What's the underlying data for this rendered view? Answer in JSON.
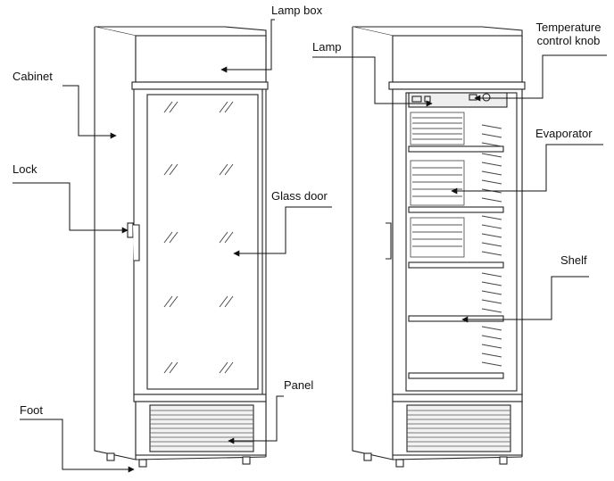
{
  "labels": {
    "lamp_box": "Lamp box",
    "cabinet": "Cabinet",
    "lock": "Lock",
    "glass_door": "Glass door",
    "panel": "Panel",
    "foot": "Foot",
    "lamp": "Lamp",
    "temperature_line1": "Temperature",
    "temperature_line2": "control knob",
    "evaporator": "Evaporator",
    "shelf": "Shelf"
  },
  "colors": {
    "line": "#222222",
    "light_line": "#555555",
    "panel_fill": "#f2f2f2"
  }
}
